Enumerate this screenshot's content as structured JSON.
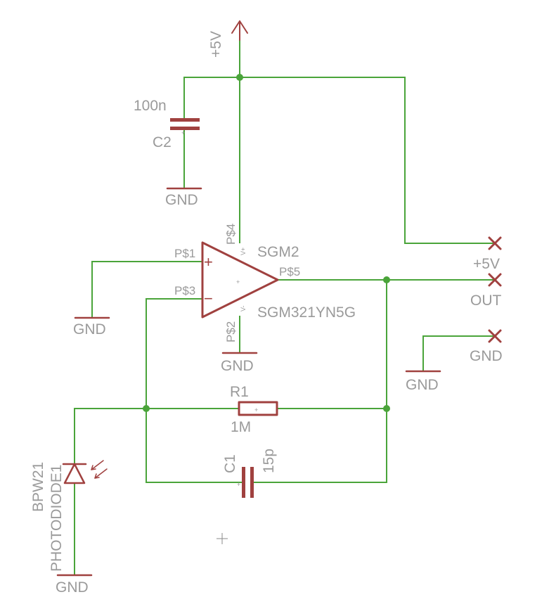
{
  "nets": {
    "top_supply": "+5V",
    "gnd": "GND"
  },
  "c2": {
    "name": "C2",
    "value": "100n",
    "polarity": "+"
  },
  "opamp": {
    "name": "SGM2",
    "value": "SGM321YN5G",
    "pin_plus": "P$1",
    "pin_minus": "P$3",
    "pin_out": "P$5",
    "pin_vplus": "P$4",
    "pin_vminus": "P$2",
    "sym_plus": "+",
    "sym_minus": "−",
    "sym_center": "+",
    "sym_vplus": "V+",
    "sym_vminus": "V-"
  },
  "r1": {
    "name": "R1",
    "value": "1M",
    "mark": "+"
  },
  "c1": {
    "name": "C1",
    "value": "15p",
    "mark": "+"
  },
  "photodiode": {
    "name": "PHOTODIODE1",
    "value": "BPW21"
  },
  "connectors": {
    "vcc_label": "+5V",
    "out_label": "OUT",
    "gnd_label": "GND"
  }
}
